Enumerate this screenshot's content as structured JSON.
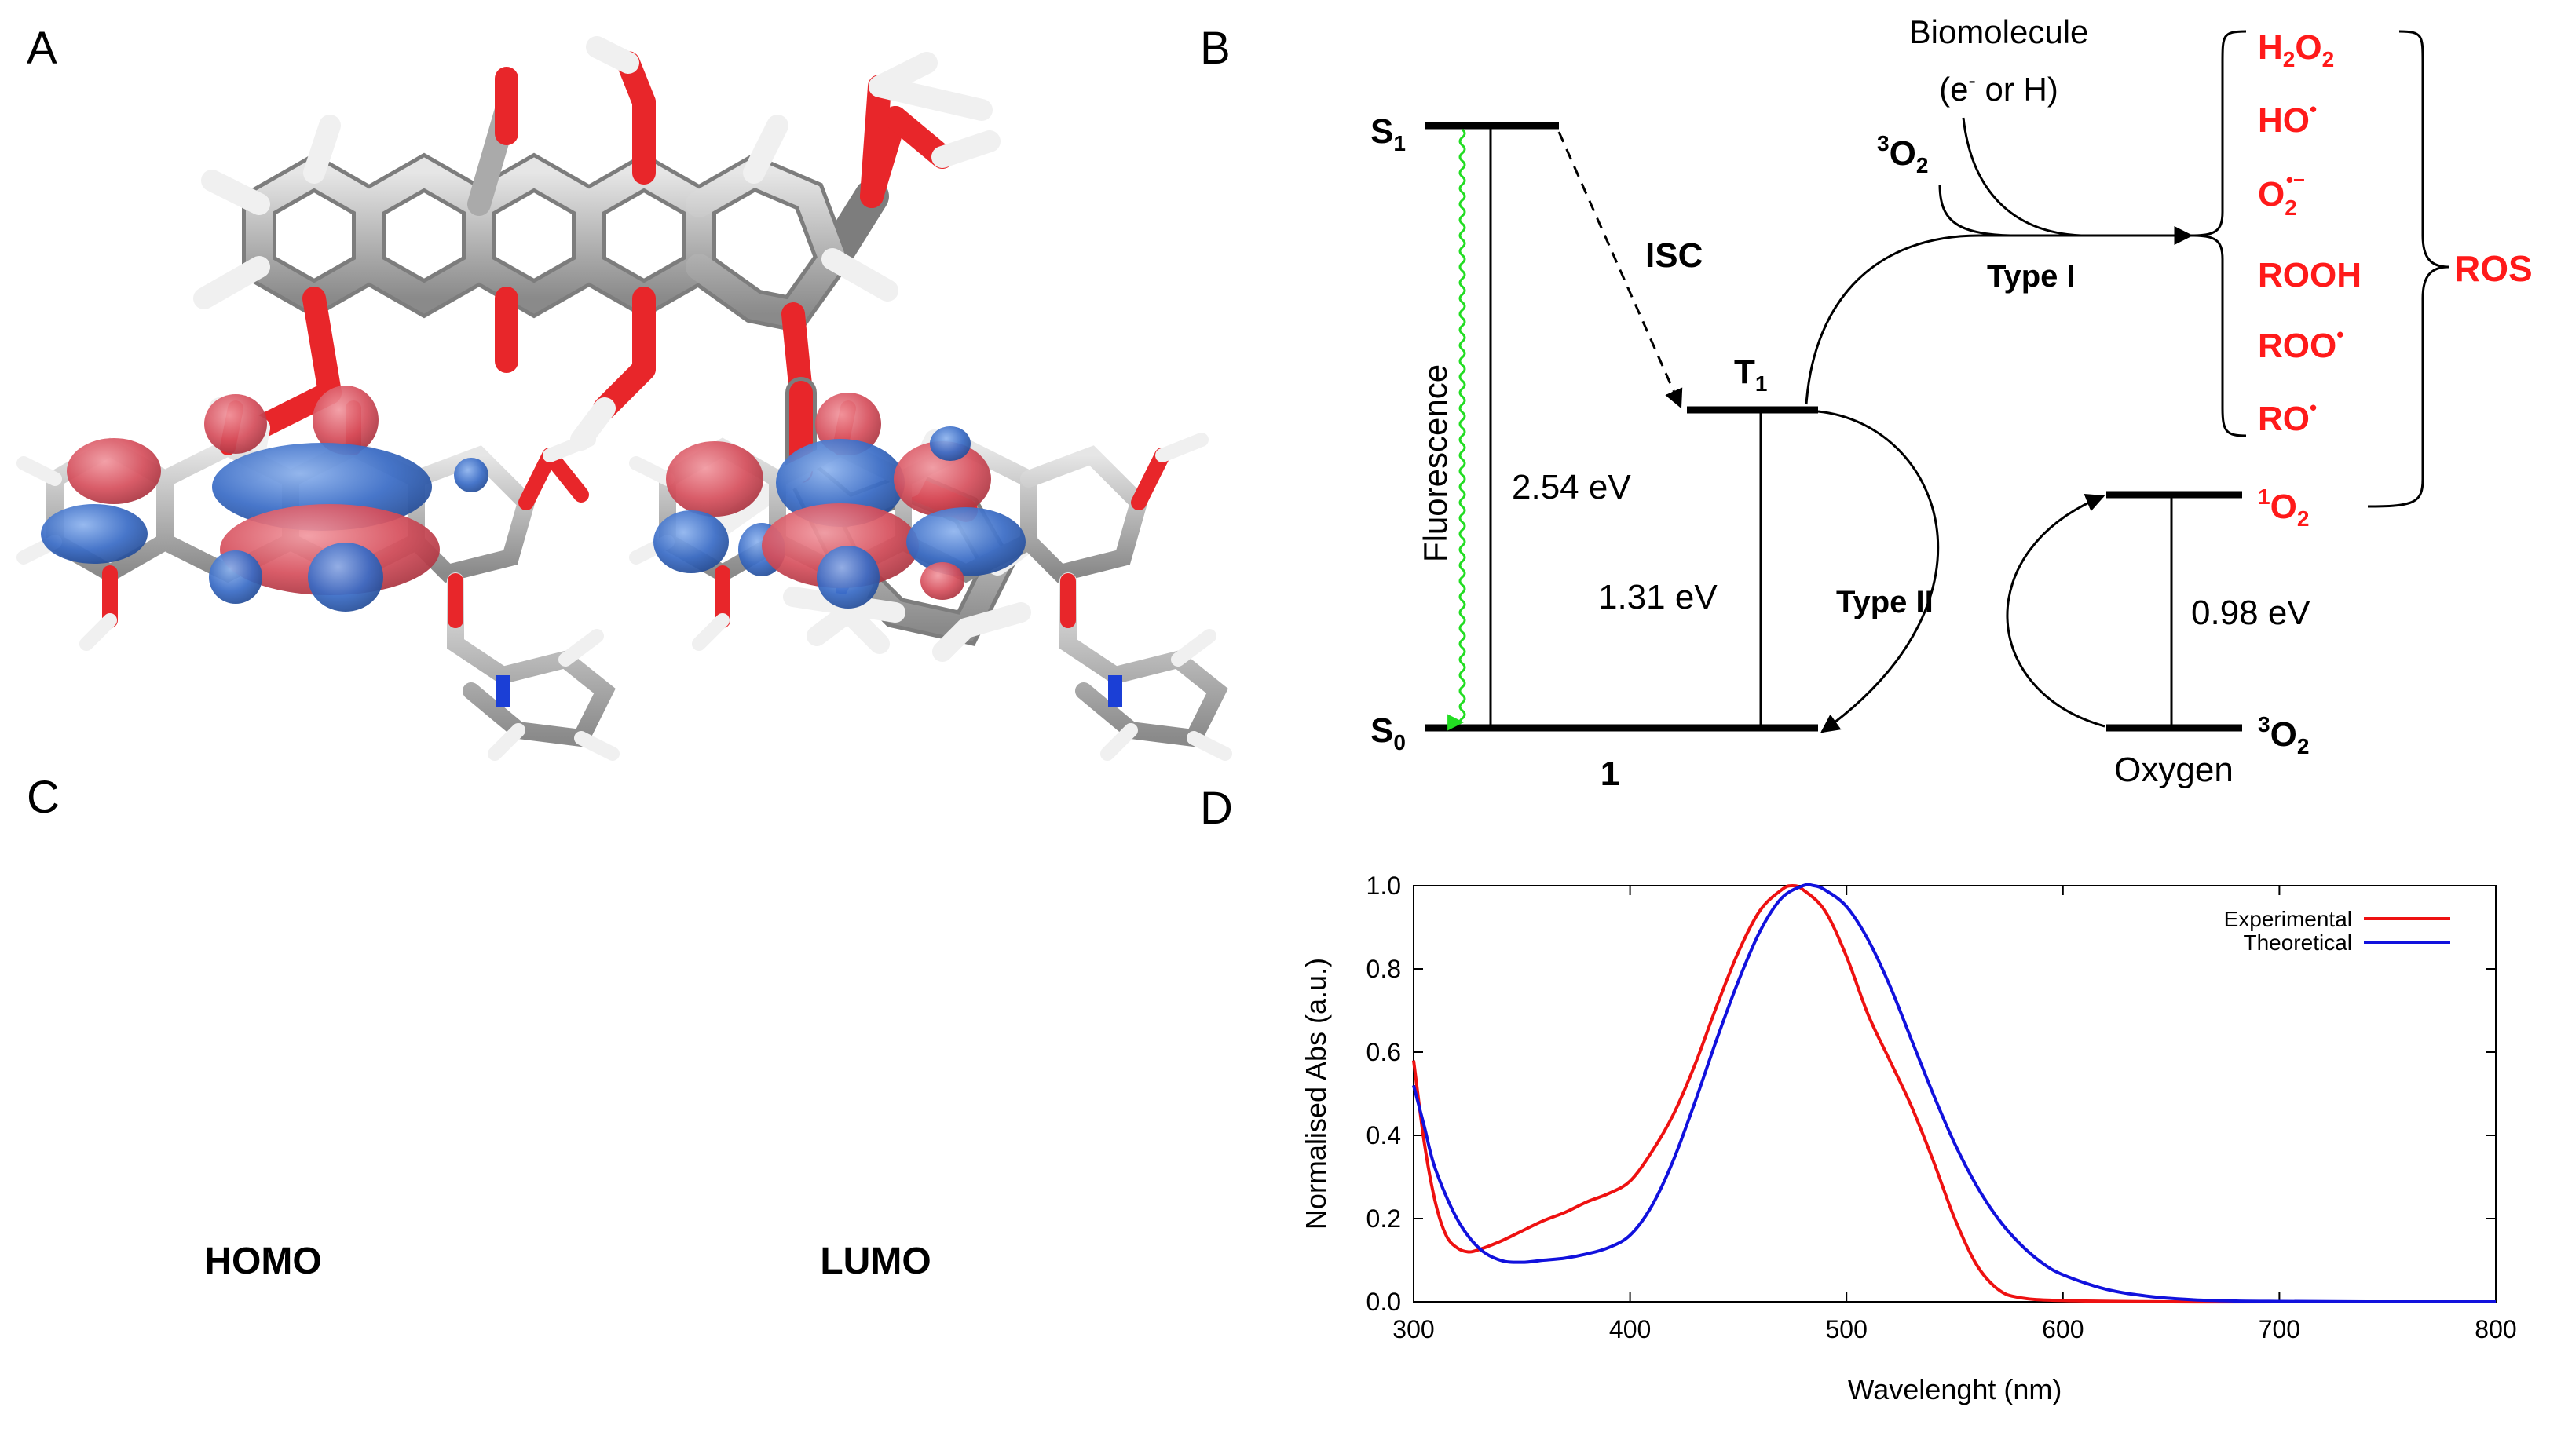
{
  "panels": {
    "a": "A",
    "b": "B",
    "c": "C",
    "d": "D"
  },
  "colors": {
    "oxygen": "#e8262a",
    "carbon": "#a8a8a8",
    "hydrogen": "#f2f2f2",
    "nitrogen": "#1b3fd6",
    "orbital_red": "#d95a66",
    "orbital_blue": "#3d6fc4",
    "fluorescence": "#22dd22",
    "ros": "#ff1a1a",
    "experimental": "#ee1111",
    "theoretical": "#1111dd"
  },
  "jablonski": {
    "s1": {
      "main": "S",
      "sub": "1"
    },
    "s0": {
      "main": "S",
      "sub": "0"
    },
    "t1": {
      "main": "T",
      "sub": "1"
    },
    "isc": "ISC",
    "fluorescence": "Fluorescence",
    "e_s1": "2.54 eV",
    "e_t1": "1.31 eV",
    "e_o2": "0.98 eV",
    "molecule_label": "1",
    "type1": "Type I",
    "type2": "Type II",
    "biomolecule": "Biomolecule",
    "biomolecule_sub": {
      "open": "(e",
      "sup": "-",
      "close": " or H)"
    },
    "triplet_o2": {
      "sup": "3",
      "main": "O",
      "sub": "2"
    },
    "singlet_o2": {
      "sup": "1",
      "main": "O",
      "sub": "2"
    },
    "ground_o2": {
      "sup": "3",
      "main": "O",
      "sub": "2"
    },
    "oxygen": "Oxygen",
    "ros_label": "ROS",
    "ros_species": {
      "h2o2": {
        "a": "H",
        "b": "2",
        "c": "O",
        "d": "2"
      },
      "ho": {
        "main": "HO",
        "sup": "•"
      },
      "o2": {
        "main": "O",
        "sub": "2",
        "sup": "•−"
      },
      "rooh": "ROOH",
      "roo": {
        "main": "ROO",
        "sup": "•"
      },
      "ro": {
        "main": "RO",
        "sup": "•"
      }
    }
  },
  "orbitals": {
    "homo": "HOMO",
    "lumo": "LUMO"
  },
  "chart_data": {
    "type": "line",
    "title": "",
    "xlabel": "Wavelenght (nm)",
    "ylabel": "Normalised Abs (a.u.)",
    "xlim": [
      300,
      800
    ],
    "ylim": [
      0,
      1.0
    ],
    "xticks": [
      "300",
      "400",
      "500",
      "600",
      "700",
      "800"
    ],
    "yticks": [
      "0.0",
      "0.2",
      "0.4",
      "0.6",
      "0.8",
      "1.0"
    ],
    "legend_position": "top-right",
    "series": [
      {
        "name": "Experimental",
        "color": "#ee1111",
        "x": [
          300,
          305,
          310,
          315,
          320,
          325,
          330,
          340,
          350,
          360,
          370,
          380,
          390,
          400,
          410,
          420,
          430,
          440,
          450,
          460,
          470,
          475,
          480,
          490,
          500,
          510,
          520,
          530,
          540,
          550,
          560,
          570,
          580,
          600,
          650,
          700,
          800
        ],
        "y": [
          0.58,
          0.38,
          0.24,
          0.16,
          0.13,
          0.12,
          0.125,
          0.145,
          0.17,
          0.195,
          0.215,
          0.24,
          0.26,
          0.29,
          0.36,
          0.45,
          0.57,
          0.71,
          0.84,
          0.94,
          0.99,
          1.0,
          0.99,
          0.94,
          0.83,
          0.69,
          0.58,
          0.47,
          0.34,
          0.2,
          0.09,
          0.03,
          0.01,
          0.003,
          0.0,
          0.0,
          0.0
        ]
      },
      {
        "name": "Theoretical",
        "color": "#1111dd",
        "x": [
          300,
          305,
          310,
          320,
          330,
          340,
          350,
          360,
          370,
          380,
          390,
          400,
          410,
          420,
          430,
          440,
          450,
          460,
          470,
          480,
          485,
          490,
          500,
          510,
          520,
          530,
          540,
          550,
          560,
          570,
          580,
          590,
          600,
          620,
          640,
          660,
          680,
          700,
          740,
          800
        ],
        "y": [
          0.52,
          0.42,
          0.32,
          0.2,
          0.13,
          0.1,
          0.095,
          0.1,
          0.105,
          0.115,
          0.13,
          0.16,
          0.23,
          0.34,
          0.48,
          0.63,
          0.77,
          0.89,
          0.97,
          1.0,
          1.0,
          0.99,
          0.95,
          0.87,
          0.76,
          0.63,
          0.5,
          0.38,
          0.28,
          0.2,
          0.14,
          0.095,
          0.065,
          0.03,
          0.013,
          0.005,
          0.002,
          0.001,
          0.0,
          0.0
        ]
      }
    ]
  }
}
